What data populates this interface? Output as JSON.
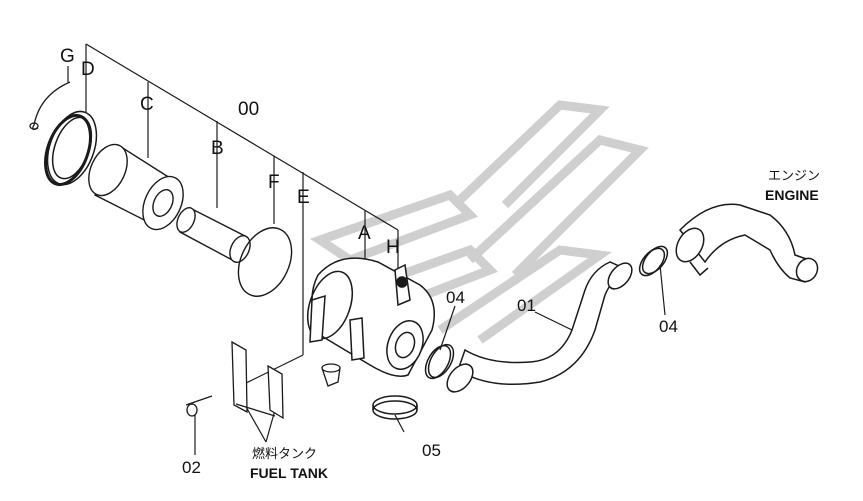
{
  "diagram": {
    "assembly_label": "00",
    "parts": {
      "A": "A",
      "B": "B",
      "C": "C",
      "D": "D",
      "E": "E",
      "F": "F",
      "G": "G",
      "H": "H",
      "p01": "01",
      "p02": "02",
      "p04a": "04",
      "p04b": "04",
      "p05": "05"
    },
    "engine_jp": "エンジン",
    "engine_en": "ENGINE",
    "fuel_tank_jp": "燃料タンク",
    "fuel_tank_en": "FUEL TANK",
    "colors": {
      "line": "#1a1a1a",
      "watermark": "#d0d0d0",
      "background": "#ffffff"
    }
  }
}
